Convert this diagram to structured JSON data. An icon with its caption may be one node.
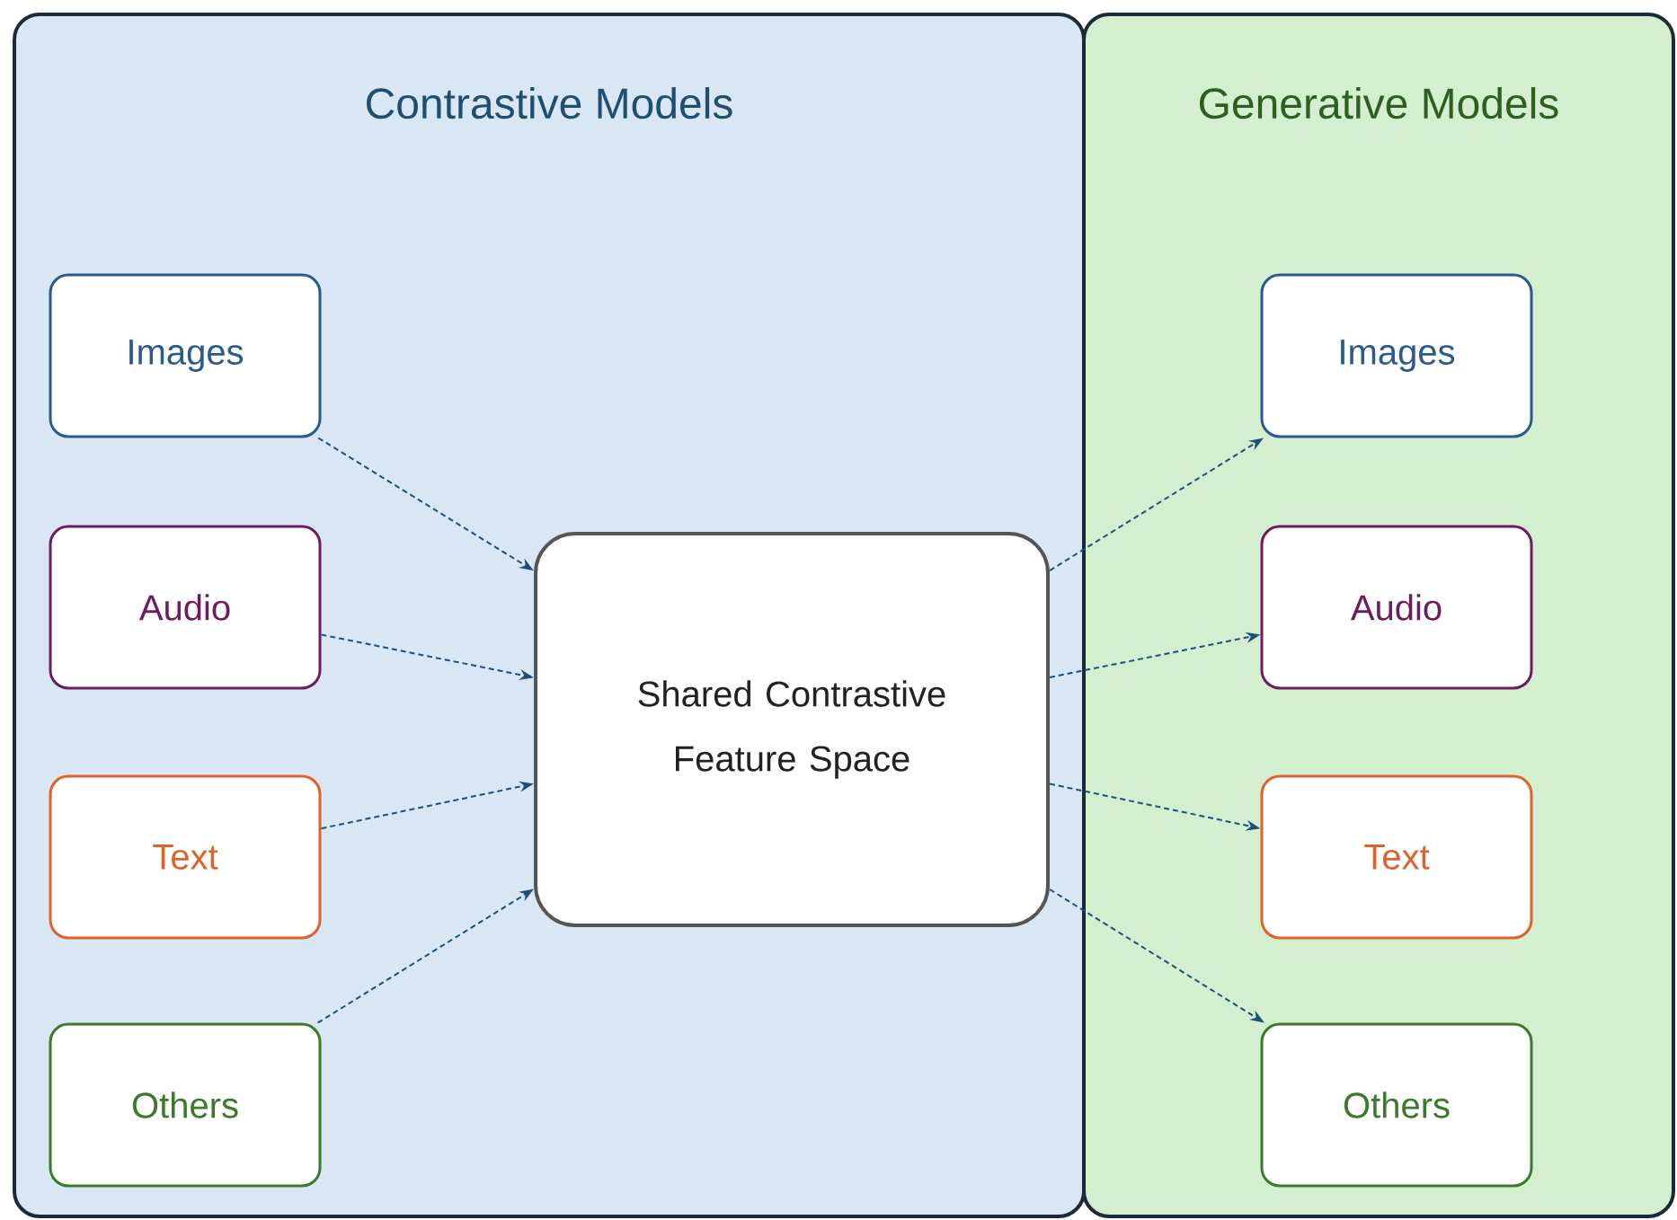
{
  "diagram": {
    "nodes": [
      {
        "text": [
          "Contrastive Models"
        ]
      },
      {
        "text": [
          "Generative Models"
        ]
      },
      {
        "text": [
          "Images"
        ],
        "in": 0
      },
      {
        "text": [
          "Audio"
        ],
        "in": 0
      },
      {
        "text": [
          "Text"
        ],
        "in": 0
      },
      {
        "text": [
          "Others"
        ],
        "in": 0
      },
      {
        "text": [
          "Shared Contrastive Feature Space"
        ],
        "in": 0
      },
      {
        "text": [
          "Images"
        ],
        "in": 1
      },
      {
        "text": [
          "Audio"
        ],
        "in": 1
      },
      {
        "text": [
          "Text"
        ],
        "in": 1
      },
      {
        "text": [
          "Others"
        ],
        "in": 1
      }
    ],
    "edges": [
      {
        "from": 2,
        "to": 6,
        "arrow": "to",
        "style": "dashed"
      },
      {
        "from": 3,
        "to": 6,
        "arrow": "to",
        "style": "dashed"
      },
      {
        "from": 4,
        "to": 6,
        "arrow": "to",
        "style": "dashed"
      },
      {
        "from": 5,
        "to": 6,
        "arrow": "to",
        "style": "dashed"
      },
      {
        "from": 6,
        "to": 7,
        "arrow": "to",
        "style": "dashed"
      },
      {
        "from": 6,
        "to": 8,
        "arrow": "to",
        "style": "dashed"
      },
      {
        "from": 6,
        "to": 9,
        "arrow": "to",
        "style": "dashed"
      },
      {
        "from": 6,
        "to": 10,
        "arrow": "to",
        "style": "dashed"
      }
    ]
  }
}
